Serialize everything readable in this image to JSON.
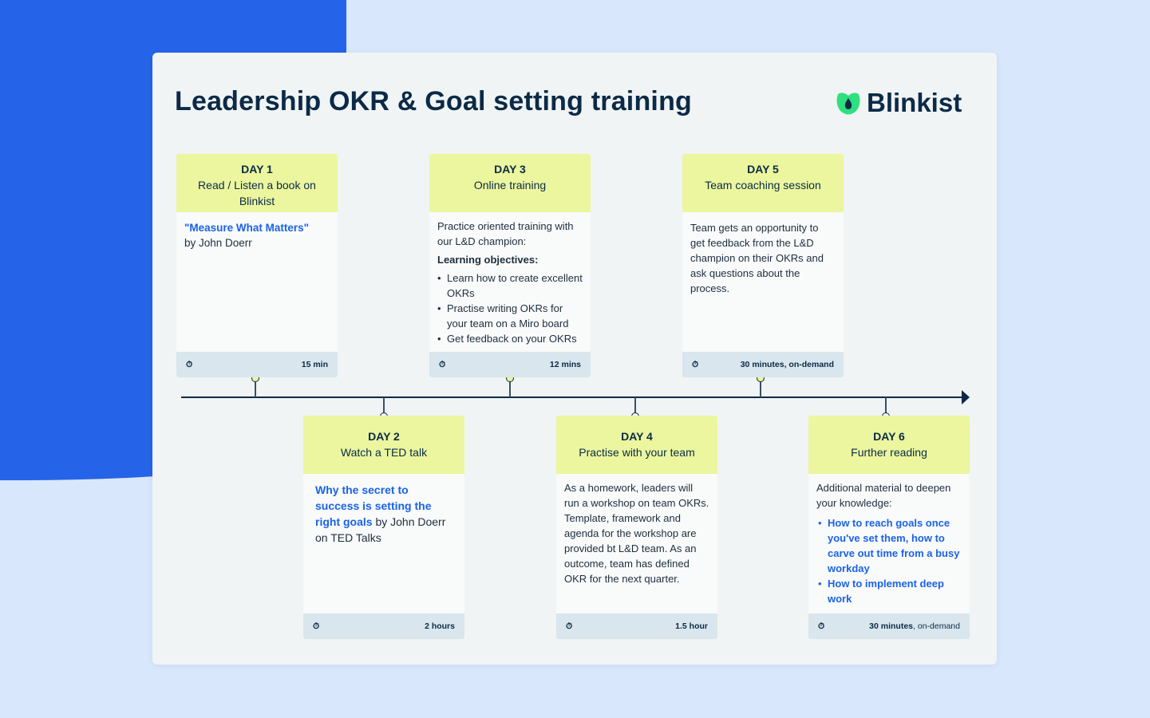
{
  "title": "Leadership OKR & Goal setting training",
  "brand": "Blinkist",
  "colors": {
    "accent": "#1a63e8",
    "header": "#ebf69e",
    "logo_green": "#2ee07f"
  },
  "days": [
    {
      "day": "DAY 1",
      "header": "Read / Listen a book on Blinkist",
      "link": "\"Measure What Matters\"",
      "text": "by John Doerr",
      "duration": "15 min"
    },
    {
      "day": "DAY 2",
      "header": "Watch a TED talk",
      "link": "Why the secret to success is setting the right goals",
      "text": " by John Doerr on TED Talks",
      "duration": "2 hours"
    },
    {
      "day": "DAY 3",
      "header": "Online training",
      "intro": "Practice oriented training with our L&D champion:",
      "objectives_label": "Learning objectives:",
      "objectives": [
        "Learn how to create excellent OKRs",
        "Practise writing OKRs for your team on a Miro board",
        "Get feedback on your OKRs"
      ],
      "duration": "12 mins"
    },
    {
      "day": "DAY 4",
      "header": "Practise with your team",
      "text": "As a homework, leaders will run a workshop on team OKRs. Template, framework and agenda for the workshop are provided bt L&D team. As an outcome, team has defined OKR for the next quarter.",
      "duration": "1.5 hour"
    },
    {
      "day": "DAY 5",
      "header": "Team coaching session",
      "text": "Team gets an opportunity to get feedback from the L&D champion on their OKRs and ask questions about the process.",
      "duration": "30 minutes, on-demand"
    },
    {
      "day": "DAY 6",
      "header": "Further reading",
      "intro": "Additional material to deepen your knowledge:",
      "links": [
        "How to reach goals once you've set them, how to carve out time from a busy workday",
        "How to implement deep work"
      ],
      "duration_bold": "30 minutes",
      "duration_rest": ", on-demand"
    }
  ]
}
